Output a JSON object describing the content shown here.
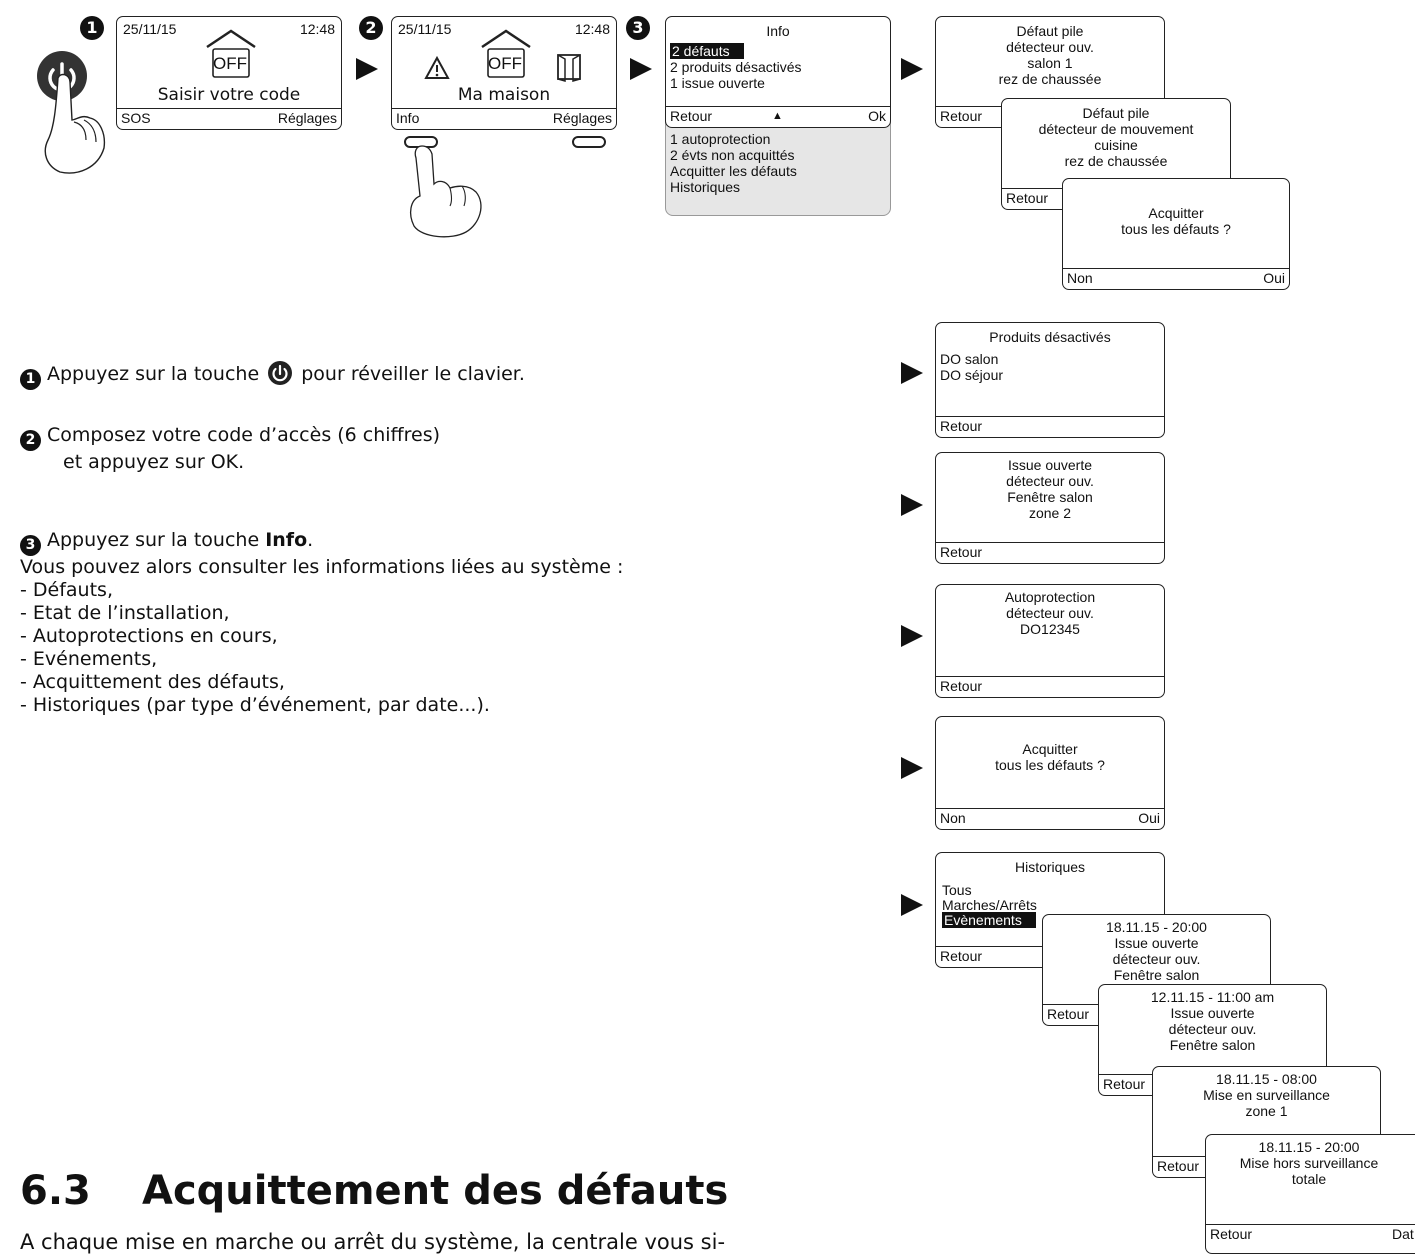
{
  "steps": {
    "s1": "1",
    "s2": "2",
    "s3": "3"
  },
  "screen1": {
    "date": "25/11/15",
    "time": "12:48",
    "off": "OFF",
    "message": "Saisir votre code",
    "left": "SOS",
    "right": "Réglages"
  },
  "screen2": {
    "date": "25/11/15",
    "time": "12:48",
    "off": "OFF",
    "message": "Ma maison",
    "left": "Info",
    "right": "Réglages"
  },
  "screen3": {
    "title": "Info",
    "items": [
      "2 défauts",
      "2 produits désactivés",
      "1 issue ouverte"
    ],
    "left": "Retour",
    "right": "Ok",
    "more": [
      "1 autoprotection",
      "2 évts non acquittés",
      "Acquitter les défauts",
      "Historiques"
    ]
  },
  "defaut1": {
    "lines": [
      "Défaut pile",
      "détecteur ouv.",
      "salon 1",
      "rez de chaussée"
    ],
    "left": "Retour"
  },
  "defaut2": {
    "lines": [
      "Défaut pile",
      "détecteur de mouvement",
      "cuisine",
      "rez de chaussée"
    ],
    "left": "Retour"
  },
  "acq1": {
    "lines": [
      "Acquitter",
      "tous les défauts ?"
    ],
    "left": "Non",
    "right": "Oui"
  },
  "produits": {
    "title": "Produits désactivés",
    "items": [
      "DO salon",
      "DO séjour"
    ],
    "left": "Retour"
  },
  "issue": {
    "lines": [
      "Issue ouverte",
      "détecteur ouv.",
      "Fenêtre salon",
      "zone 2"
    ],
    "left": "Retour"
  },
  "auto": {
    "lines": [
      "Autoprotection",
      "détecteur ouv.",
      "DO12345"
    ],
    "left": "Retour"
  },
  "acq2": {
    "lines": [
      "Acquitter",
      "tous les défauts ?"
    ],
    "left": "Non",
    "right": "Oui"
  },
  "hist": {
    "title": "Historiques",
    "items": [
      "Tous",
      "Marches/Arrêts",
      "Evènements"
    ],
    "left": "Retour"
  },
  "ev1": {
    "lines": [
      "18.11.15 - 20:00",
      "Issue ouverte",
      "détecteur ouv.",
      "Fenêtre salon"
    ],
    "left": "Retour"
  },
  "ev2": {
    "lines": [
      "12.11.15 - 11:00 am",
      "Issue ouverte",
      "détecteur ouv.",
      "Fenêtre salon"
    ],
    "left": "Retour"
  },
  "ev3": {
    "lines": [
      "18.11.15 - 08:00",
      "Mise en surveillance",
      "zone 1"
    ],
    "left": "Retour"
  },
  "ev4": {
    "lines": [
      "18.11.15 - 20:00",
      "Mise hors surveillance",
      "totale"
    ],
    "left": "Retour",
    "right": "Dat"
  },
  "text": {
    "p1a": "Appuyez sur la touche",
    "p1b": "pour réveiller le clavier.",
    "p2a": "Composez votre code d’accès (6 chiffres)",
    "p2b": "et appuyez sur OK.",
    "p3a": "Appuyez sur la touche ",
    "p3b": "Info",
    "p3c": ".",
    "p4": "Vous pouvez alors consulter les informations liées au système :",
    "list": [
      "- Défauts,",
      "- Etat de l’installation,",
      "- Autoprotections en cours,",
      "- Evénements,",
      "- Acquittement des défauts,",
      "- Historiques (par type d’événement, par date...)."
    ]
  },
  "section": {
    "number": "6.3",
    "title": "Acquittement des défauts"
  },
  "cut_text": "A chaque mise en marche ou arrêt du système, la centrale vous si-"
}
